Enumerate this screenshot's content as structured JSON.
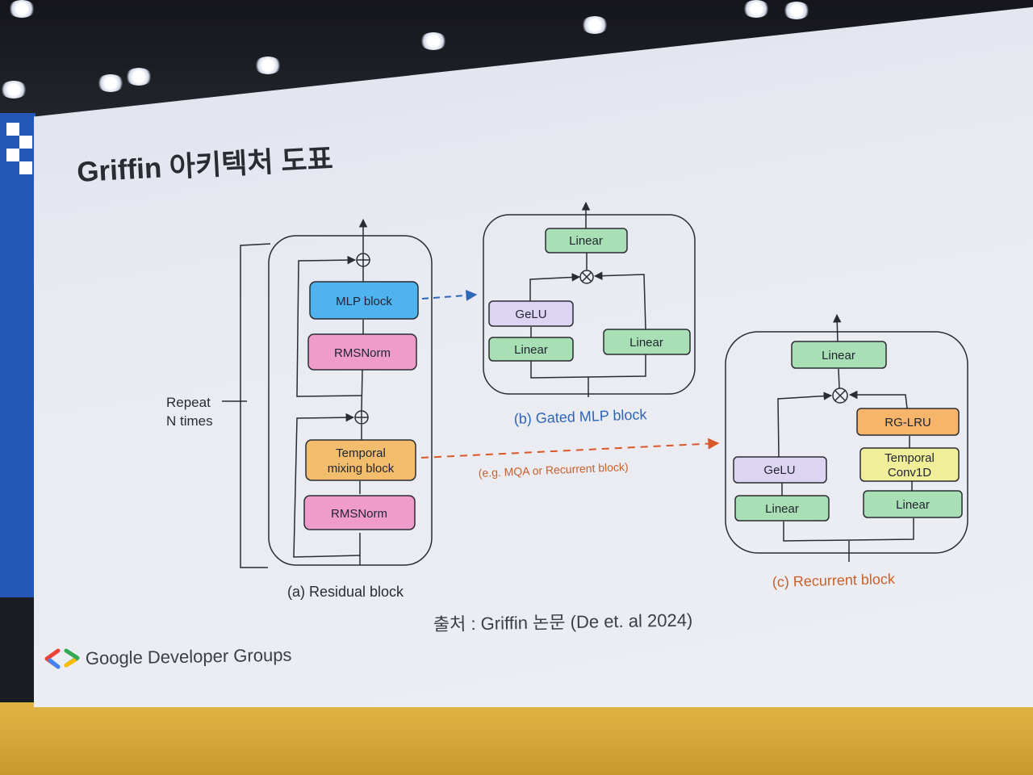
{
  "slide": {
    "title": "Griffin 아키텍처 도표",
    "source": "출처 : Griffin 논문 (De et. al 2024)",
    "brand": "Google Developer Groups"
  },
  "residual_block": {
    "caption": "(a) Residual block",
    "repeat_line1": "Repeat",
    "repeat_line2": "N times",
    "mlp_block": "MLP block",
    "rmsnorm_top": "RMSNorm",
    "temporal_line1": "Temporal",
    "temporal_line2": "mixing block",
    "rmsnorm_bottom": "RMSNorm"
  },
  "gated_mlp_block": {
    "caption": "(b) Gated MLP block",
    "linear_top": "Linear",
    "gelu": "GeLU",
    "linear_left": "Linear",
    "linear_right": "Linear"
  },
  "recurrent_block": {
    "caption": "(c) Recurrent block",
    "note": "(e.g. MQA or Recurrent block)",
    "linear_top": "Linear",
    "rg_lru": "RG-LRU",
    "conv_line1": "Temporal",
    "conv_line2": "Conv1D",
    "gelu": "GeLU",
    "linear_left": "Linear",
    "linear_right": "Linear"
  },
  "colors": {
    "linear": "#a9dfb4",
    "gelu": "#ddd4f3",
    "mlp": "#4fb3f0",
    "rmsnorm": "#ef9ccc",
    "temporal": "#f3bd6e",
    "rg_lru": "#f6b56a",
    "conv1d": "#f1ee9a",
    "arrow_blue": "#2e66b8",
    "arrow_orange": "#d8582a"
  }
}
